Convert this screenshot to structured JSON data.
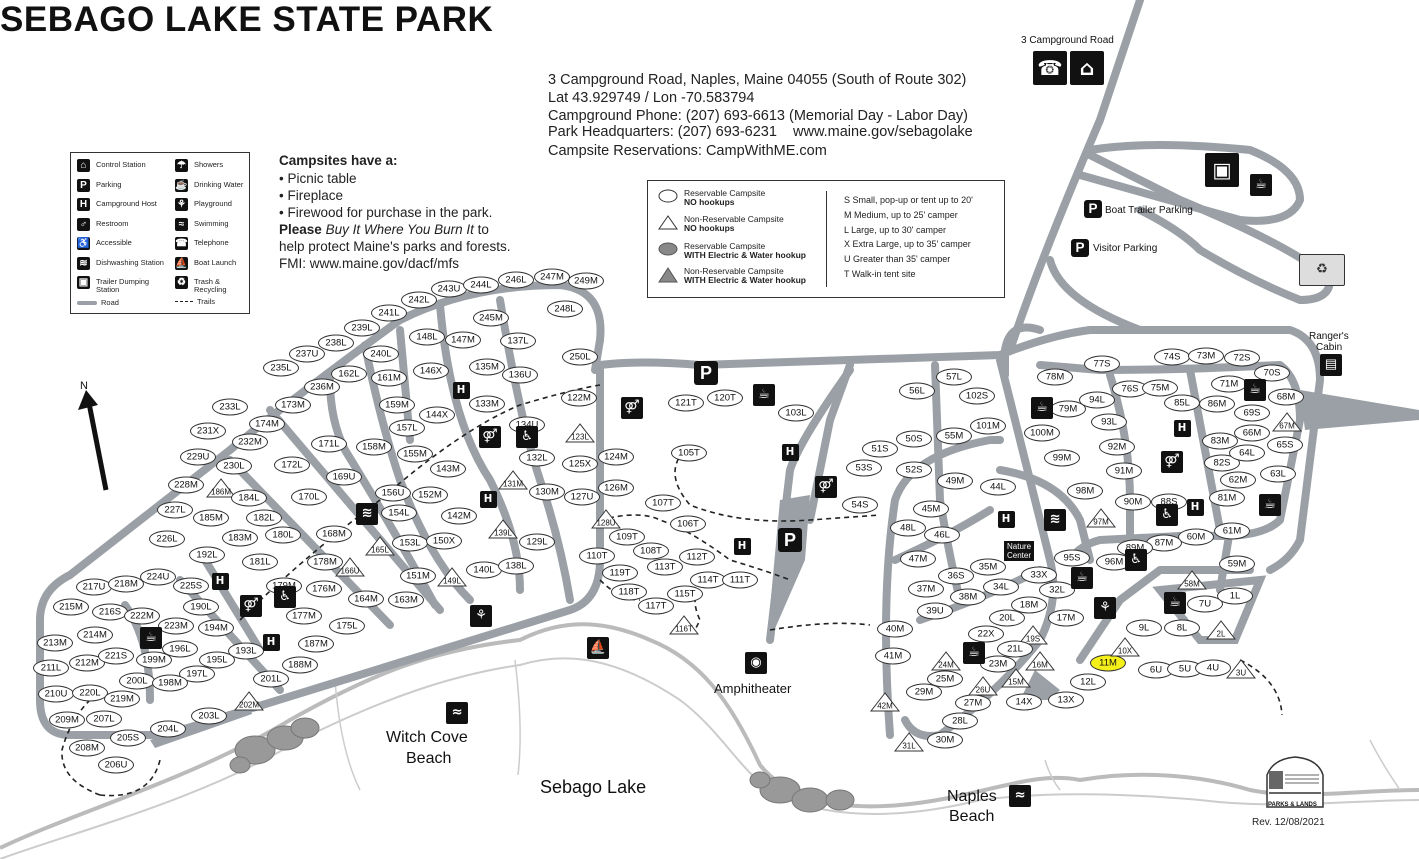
{
  "header": {
    "title": "SEBAGO LAKE STATE PARK",
    "address": "3 Campground Road, Naples, Maine 04055  (South of Route 302)",
    "coords": "Lat 43.929749 / Lon -70.583794",
    "campground_phone": "Campground Phone: (207) 693-6613 (Memorial Day - Labor Day)",
    "hq_phone": "Park Headquarters: (207) 693-6231",
    "website": "www.maine.gov/sebagolake",
    "reservations": "Campsite Reservations: CampWithME.com"
  },
  "campsites_info": {
    "heading": "Campsites have a:",
    "items": [
      "• Picnic table",
      "• Fireplace",
      "• Firewood for purchase in the park."
    ],
    "please": "Please",
    "bbit": "Buy It Where You Burn It",
    "to": " to",
    "line2": "help protect Maine's parks and forests.",
    "fmi": "FMI: www.maine.gov/dacf/mfs"
  },
  "legend_facilities": [
    {
      "label": "Control Station",
      "icon": "control-station-icon",
      "glyph": "⌂"
    },
    {
      "label": "Parking",
      "icon": "parking-icon",
      "glyph": "P"
    },
    {
      "label": "Campground Host",
      "icon": "host-icon",
      "glyph": "H"
    },
    {
      "label": "Restroom",
      "icon": "restroom-icon",
      "glyph": "♂"
    },
    {
      "label": "Accessible",
      "icon": "accessible-icon",
      "glyph": "♿"
    },
    {
      "label": "Dishwashing Station",
      "icon": "dishwashing-icon",
      "glyph": "≋"
    },
    {
      "label": "Trailer Dumping Station",
      "icon": "trailer-dump-icon",
      "glyph": "▣"
    },
    {
      "label": "Showers",
      "icon": "shower-icon",
      "glyph": "☂"
    },
    {
      "label": "Drinking Water",
      "icon": "water-icon",
      "glyph": "☕"
    },
    {
      "label": "Playground",
      "icon": "playground-icon",
      "glyph": "⚘"
    },
    {
      "label": "Swimming",
      "icon": "swimming-icon",
      "glyph": "≈"
    },
    {
      "label": "Telephone",
      "icon": "telephone-icon",
      "glyph": "☎"
    },
    {
      "label": "Boat Launch",
      "icon": "boat-launch-icon",
      "glyph": "⛵"
    },
    {
      "label": "Trash & Recycling",
      "icon": "trash-icon",
      "glyph": "♻"
    }
  ],
  "legend_lines": {
    "road": "Road",
    "trails": "Trails"
  },
  "legend_sites": [
    {
      "line1": "Reservable Campsite",
      "line2": "NO hookups",
      "symbol": "open-circle"
    },
    {
      "line1": "Non-Reservable Campsite",
      "line2": "NO hookups",
      "symbol": "open-triangle"
    },
    {
      "line1": "Reservable Campsite",
      "line2": "WITH Electric & Water hookup",
      "symbol": "filled-circle"
    },
    {
      "line1": "Non-Reservable Campsite",
      "line2": "WITH Electric & Water hookup",
      "symbol": "filled-triangle"
    }
  ],
  "legend_sizes": [
    "S    Small, pop-up or tent up to 20'",
    "M   Medium, up to 25' camper",
    "L    Large, up to 30' camper",
    "X    Extra Large, up to 35' camper",
    "U    Greater than 35' camper",
    "T    Walk-in tent site"
  ],
  "labels": {
    "campground_road": "3 Campground Road",
    "boat_trailer_parking": "Boat Trailer Parking",
    "visitor_parking": "Visitor Parking",
    "rangers_cabin_1": "Ranger's",
    "rangers_cabin_2": "Cabin",
    "nature_center_1": "Nature",
    "nature_center_2": "Center",
    "amphitheater": "Amphitheater",
    "witch_cove_1": "Witch Cove",
    "witch_cove_2": "Beach",
    "sebago_lake": "Sebago Lake",
    "naples_1": "Naples",
    "naples_2": "Beach",
    "north": "N",
    "revision": "Rev. 12/08/2021",
    "parks_lands": "PARKS & LANDS"
  },
  "colors": {
    "road": "#9aa0a6",
    "highlight": "#f5ef1a",
    "water": "#ffffff",
    "icon": "#111111"
  },
  "sites": [
    [
      "243U",
      449,
      289
    ],
    [
      "244L",
      481,
      285
    ],
    [
      "246L",
      516,
      280
    ],
    [
      "247M",
      552,
      277
    ],
    [
      "249M",
      586,
      281
    ],
    [
      "242L",
      419,
      300
    ],
    [
      "248L",
      565,
      309
    ],
    [
      "241L",
      389,
      313
    ],
    [
      "239L",
      362,
      328
    ],
    [
      "238L",
      336,
      343
    ],
    [
      "237U",
      307,
      354
    ],
    [
      "235L",
      281,
      368
    ],
    [
      "148L",
      427,
      337
    ],
    [
      "147M",
      463,
      340
    ],
    [
      "137L",
      518,
      341
    ],
    [
      "245M",
      491,
      318
    ],
    [
      "240L",
      381,
      354
    ],
    [
      "250L",
      580,
      357
    ],
    [
      "162L",
      349,
      374
    ],
    [
      "161M",
      389,
      378
    ],
    [
      "146X",
      431,
      371
    ],
    [
      "135M",
      487,
      367
    ],
    [
      "136U",
      520,
      375
    ],
    [
      "236M",
      322,
      387
    ],
    [
      "173M",
      293,
      405
    ],
    [
      "159M",
      397,
      405
    ],
    [
      "144X",
      437,
      415
    ],
    [
      "133M",
      487,
      404
    ],
    [
      "122M",
      579,
      398
    ],
    [
      "233L",
      230,
      407
    ],
    [
      "174M",
      267,
      424
    ],
    [
      "157L",
      407,
      428
    ],
    [
      "155M",
      415,
      454
    ],
    [
      "134U",
      527,
      425
    ],
    [
      "132L",
      537,
      458
    ],
    [
      "123L",
      580,
      434
    ],
    [
      "231X",
      208,
      431
    ],
    [
      "232M",
      250,
      442
    ],
    [
      "171L",
      329,
      444
    ],
    [
      "158M",
      374,
      447
    ],
    [
      "143M",
      448,
      469
    ],
    [
      "131M",
      513,
      481
    ],
    [
      "124M",
      616,
      457
    ],
    [
      "125X",
      580,
      464
    ],
    [
      "229U",
      198,
      457
    ],
    [
      "230L",
      234,
      466
    ],
    [
      "172L",
      292,
      465
    ],
    [
      "169U",
      344,
      477
    ],
    [
      "126M",
      616,
      488
    ],
    [
      "130M",
      547,
      492
    ],
    [
      "228M",
      186,
      485
    ],
    [
      "186M",
      221,
      489
    ],
    [
      "184L",
      249,
      498
    ],
    [
      "170L",
      309,
      497
    ],
    [
      "156U",
      393,
      493
    ],
    [
      "152M",
      430,
      495
    ],
    [
      "142M",
      459,
      516
    ],
    [
      "127U",
      582,
      497
    ],
    [
      "227L",
      175,
      510
    ],
    [
      "185M",
      211,
      518
    ],
    [
      "182L",
      264,
      518
    ],
    [
      "154L",
      399,
      513
    ],
    [
      "226L",
      167,
      539
    ],
    [
      "183M",
      240,
      538
    ],
    [
      "180L",
      283,
      535
    ],
    [
      "168M",
      334,
      534
    ],
    [
      "165L",
      380,
      547
    ],
    [
      "153L",
      410,
      543
    ],
    [
      "150X",
      444,
      541
    ],
    [
      "139L",
      503,
      530
    ],
    [
      "129L",
      537,
      542
    ],
    [
      "128U",
      606,
      520
    ],
    [
      "192L",
      207,
      555
    ],
    [
      "181L",
      260,
      562
    ],
    [
      "166U",
      350,
      568
    ],
    [
      "140L",
      484,
      570
    ],
    [
      "138L",
      516,
      566
    ],
    [
      "217U",
      94,
      587
    ],
    [
      "218M",
      126,
      584
    ],
    [
      "224U",
      158,
      577
    ],
    [
      "225S",
      191,
      586
    ],
    [
      "179M",
      284,
      586
    ],
    [
      "178M",
      325,
      562
    ],
    [
      "151M",
      418,
      576
    ],
    [
      "149L",
      452,
      578
    ],
    [
      "164M",
      366,
      599
    ],
    [
      "163M",
      406,
      600
    ],
    [
      "215M",
      71,
      607
    ],
    [
      "216S",
      110,
      612
    ],
    [
      "222M",
      142,
      616
    ],
    [
      "190L",
      201,
      607
    ],
    [
      "176M",
      324,
      589
    ],
    [
      "177M",
      304,
      616
    ],
    [
      "175L",
      347,
      626
    ],
    [
      "214M",
      95,
      635
    ],
    [
      "223M",
      176,
      626
    ],
    [
      "194M",
      216,
      628
    ],
    [
      "213M",
      55,
      643
    ],
    [
      "196L",
      180,
      649
    ],
    [
      "193L",
      246,
      651
    ],
    [
      "187M",
      316,
      644
    ],
    [
      "211L",
      51,
      668
    ],
    [
      "212M",
      87,
      663
    ],
    [
      "221S",
      116,
      656
    ],
    [
      "199M",
      154,
      660
    ],
    [
      "195L",
      217,
      660
    ],
    [
      "188M",
      300,
      665
    ],
    [
      "197L",
      197,
      674
    ],
    [
      "200L",
      137,
      681
    ],
    [
      "198M",
      170,
      683
    ],
    [
      "201L",
      271,
      679
    ],
    [
      "210U",
      56,
      694
    ],
    [
      "220L",
      90,
      693
    ],
    [
      "219M",
      122,
      699
    ],
    [
      "202M",
      249,
      702
    ],
    [
      "209M",
      67,
      720
    ],
    [
      "207L",
      104,
      719
    ],
    [
      "203L",
      209,
      716
    ],
    [
      "205S",
      128,
      738
    ],
    [
      "204L",
      168,
      729
    ],
    [
      "208M",
      87,
      748
    ],
    [
      "206U",
      116,
      765
    ],
    [
      "121T",
      686,
      403
    ],
    [
      "120T",
      725,
      398
    ],
    [
      "103L",
      796,
      413
    ],
    [
      "105T",
      689,
      453
    ],
    [
      "107T",
      663,
      503
    ],
    [
      "106T",
      688,
      524
    ],
    [
      "109T",
      627,
      537
    ],
    [
      "108T",
      651,
      551
    ],
    [
      "112T",
      697,
      557
    ],
    [
      "110T",
      597,
      556
    ],
    [
      "113T",
      665,
      567
    ],
    [
      "114T",
      708,
      580
    ],
    [
      "111T",
      740,
      580
    ],
    [
      "119T",
      620,
      573
    ],
    [
      "118T",
      629,
      592
    ],
    [
      "115T",
      685,
      594
    ],
    [
      "117T",
      656,
      606
    ],
    [
      "116T",
      684,
      626
    ],
    [
      "56L",
      917,
      391
    ],
    [
      "57L",
      954,
      377
    ],
    [
      "102S",
      977,
      396
    ],
    [
      "101M",
      988,
      426
    ],
    [
      "55M",
      954,
      436
    ],
    [
      "50S",
      914,
      439
    ],
    [
      "51S",
      880,
      449
    ],
    [
      "53S",
      864,
      468
    ],
    [
      "52S",
      914,
      470
    ],
    [
      "54S",
      860,
      505
    ],
    [
      "49M",
      955,
      481
    ],
    [
      "44L",
      998,
      487
    ],
    [
      "45M",
      931,
      509
    ],
    [
      "48L",
      908,
      528
    ],
    [
      "46L",
      942,
      535
    ],
    [
      "47M",
      918,
      559
    ],
    [
      "35M",
      988,
      567
    ],
    [
      "36S",
      956,
      576
    ],
    [
      "34L",
      1001,
      587
    ],
    [
      "33X",
      1039,
      575
    ],
    [
      "37M",
      926,
      589
    ],
    [
      "38M",
      968,
      597
    ],
    [
      "32L",
      1057,
      590
    ],
    [
      "39U",
      935,
      611
    ],
    [
      "18M",
      1029,
      605
    ],
    [
      "17M",
      1066,
      618
    ],
    [
      "20L",
      1007,
      618
    ],
    [
      "40M",
      895,
      629
    ],
    [
      "19S",
      1033,
      636
    ],
    [
      "22X",
      986,
      634
    ],
    [
      "21L",
      1015,
      649
    ],
    [
      "41M",
      893,
      656
    ],
    [
      "24M",
      946,
      662
    ],
    [
      "23M",
      998,
      664
    ],
    [
      "16M",
      1040,
      662
    ],
    [
      "25M",
      945,
      679
    ],
    [
      "15M",
      1016,
      679
    ],
    [
      "26U",
      983,
      687
    ],
    [
      "29M",
      924,
      692
    ],
    [
      "27M",
      973,
      703
    ],
    [
      "14X",
      1024,
      702
    ],
    [
      "13X",
      1066,
      700
    ],
    [
      "12L",
      1088,
      682
    ],
    [
      "42M",
      885,
      703
    ],
    [
      "28L",
      960,
      721
    ],
    [
      "30M",
      945,
      740
    ],
    [
      "31L",
      909,
      743
    ],
    [
      "11M",
      1108,
      663
    ],
    [
      "10X",
      1125,
      648
    ],
    [
      "9L",
      1144,
      628
    ],
    [
      "8L",
      1182,
      628
    ],
    [
      "2L",
      1221,
      631
    ],
    [
      "6U",
      1156,
      670
    ],
    [
      "5U",
      1185,
      669
    ],
    [
      "4U",
      1213,
      668
    ],
    [
      "3U",
      1241,
      670
    ],
    [
      "7U",
      1205,
      604
    ],
    [
      "1L",
      1235,
      596
    ],
    [
      "59M",
      1237,
      564
    ],
    [
      "58M",
      1192,
      581
    ],
    [
      "61M",
      1232,
      531
    ],
    [
      "60M",
      1196,
      537
    ],
    [
      "87M",
      1164,
      543
    ],
    [
      "89M",
      1135,
      548
    ],
    [
      "96M",
      1114,
      562
    ],
    [
      "95S",
      1072,
      558
    ],
    [
      "81M",
      1227,
      498
    ],
    [
      "97M",
      1101,
      519
    ],
    [
      "90M",
      1133,
      502
    ],
    [
      "88S",
      1169,
      502
    ],
    [
      "98M",
      1085,
      491
    ],
    [
      "91M",
      1124,
      471
    ],
    [
      "82S",
      1222,
      463
    ],
    [
      "62M",
      1238,
      480
    ],
    [
      "64L",
      1247,
      453
    ],
    [
      "63L",
      1278,
      474
    ],
    [
      "92M",
      1117,
      447
    ],
    [
      "99M",
      1062,
      458
    ],
    [
      "83M",
      1220,
      441
    ],
    [
      "66M",
      1252,
      433
    ],
    [
      "65S",
      1285,
      445
    ],
    [
      "100M",
      1042,
      433
    ],
    [
      "93L",
      1109,
      422
    ],
    [
      "69S",
      1252,
      413
    ],
    [
      "67M",
      1287,
      423
    ],
    [
      "79M",
      1068,
      409
    ],
    [
      "94L",
      1097,
      400
    ],
    [
      "86M",
      1217,
      404
    ],
    [
      "85L",
      1182,
      403
    ],
    [
      "68M",
      1286,
      397
    ],
    [
      "76S",
      1130,
      389
    ],
    [
      "75M",
      1160,
      388
    ],
    [
      "71M",
      1229,
      384
    ],
    [
      "70S",
      1272,
      373
    ],
    [
      "78M",
      1055,
      377
    ],
    [
      "77S",
      1102,
      364
    ],
    [
      "74S",
      1172,
      357
    ],
    [
      "73M",
      1206,
      356
    ],
    [
      "72S",
      1242,
      358
    ]
  ]
}
